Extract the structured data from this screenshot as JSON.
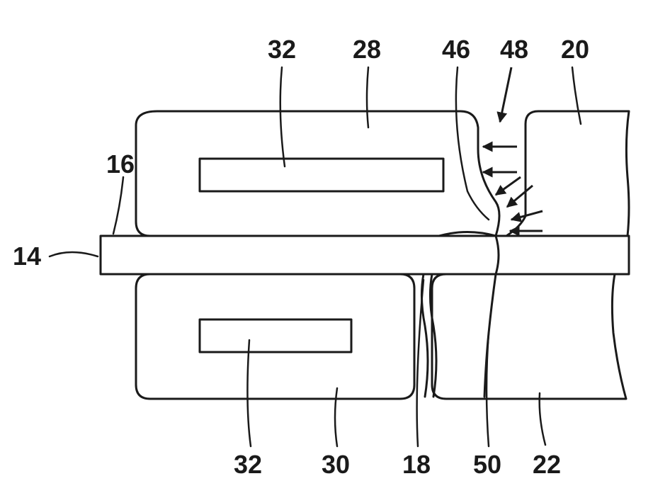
{
  "figure": {
    "labels": {
      "n14": "14",
      "n16": "16",
      "n18": "18",
      "n20": "20",
      "n22": "22",
      "n28": "28",
      "n30": "30",
      "n32_top": "32",
      "n32_bottom": "32",
      "n46": "46",
      "n48": "48",
      "n50": "50"
    },
    "colors": {
      "line": "#1a1a1a",
      "background": "#ffffff"
    }
  }
}
